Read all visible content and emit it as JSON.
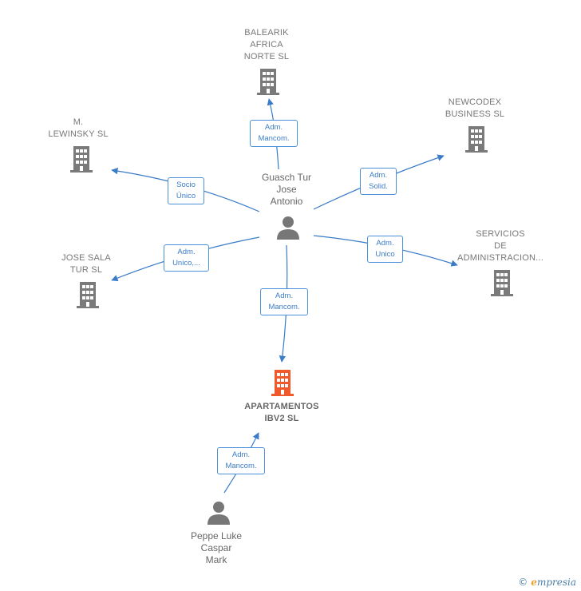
{
  "nodes": {
    "balearik": {
      "lines": [
        "BALEARIK",
        "AFRICA",
        "NORTE SL"
      ]
    },
    "newcodex": {
      "lines": [
        "NEWCODEX",
        "BUSINESS  SL"
      ]
    },
    "lewinsky": {
      "lines": [
        "M.",
        "LEWINSKY  SL"
      ]
    },
    "guasch": {
      "lines": [
        "Guasch Tur",
        "Jose",
        "Antonio"
      ]
    },
    "servicios": {
      "lines": [
        "SERVICIOS",
        "DE",
        "ADMINISTRACION..."
      ]
    },
    "josesala": {
      "lines": [
        "JOSE SALA",
        "TUR SL"
      ]
    },
    "apartamentos": {
      "lines": [
        "APARTAMENTOS",
        "IBV2  SL"
      ]
    },
    "peppe": {
      "lines": [
        "Peppe Luke",
        "Caspar",
        "Mark"
      ]
    }
  },
  "edges": {
    "to_balearik": {
      "lines": [
        "Adm.",
        "Mancom."
      ]
    },
    "to_newcodex": {
      "lines": [
        "Adm.",
        "Solid."
      ]
    },
    "to_lewinsky": {
      "lines": [
        "Socio",
        "Único"
      ]
    },
    "to_josesala": {
      "lines": [
        "Adm.",
        "Unico,..."
      ]
    },
    "to_servicios": {
      "lines": [
        "Adm.",
        "Unico"
      ]
    },
    "to_apartamentos": {
      "lines": [
        "Adm.",
        "Mancom."
      ]
    },
    "peppe_to_apartamentos": {
      "lines": [
        "Adm.",
        "Mancom."
      ]
    }
  },
  "colors": {
    "company_icon": "#7a7a7a",
    "focus_icon": "#f0592b",
    "person_icon": "#777777",
    "edge": "#3a7cc8"
  },
  "brand": {
    "copyright": "©",
    "name_initial": "e",
    "name_rest": "mpresia"
  }
}
